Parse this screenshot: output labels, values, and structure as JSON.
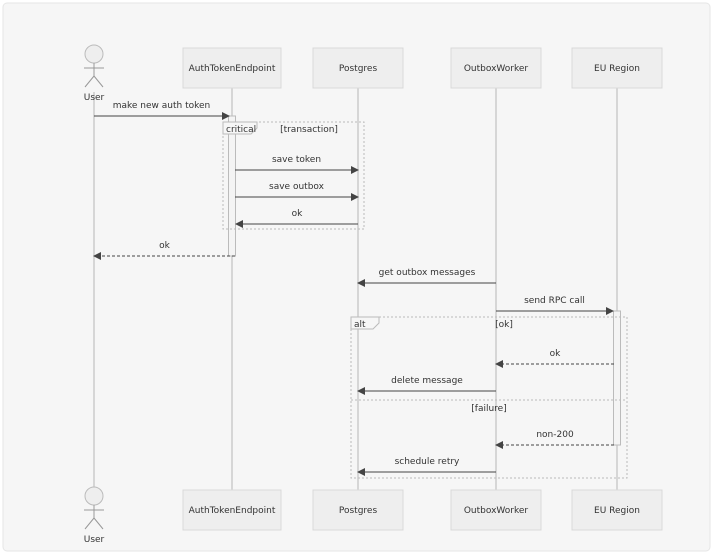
{
  "participants": [
    {
      "id": "user",
      "label": "User",
      "kind": "actor"
    },
    {
      "id": "auth",
      "label": "AuthTokenEndpoint",
      "kind": "box"
    },
    {
      "id": "pg",
      "label": "Postgres",
      "kind": "box"
    },
    {
      "id": "worker",
      "label": "OutboxWorker",
      "kind": "box"
    },
    {
      "id": "eu",
      "label": "EU Region",
      "kind": "box"
    }
  ],
  "messages": [
    {
      "from": "user",
      "to": "auth",
      "label": "make new auth token",
      "style": "solid"
    },
    {
      "from": "auth",
      "to": "pg",
      "label": "save token",
      "style": "solid"
    },
    {
      "from": "auth",
      "to": "pg",
      "label": "save outbox",
      "style": "solid"
    },
    {
      "from": "pg",
      "to": "auth",
      "label": "ok",
      "style": "solid"
    },
    {
      "from": "auth",
      "to": "user",
      "label": "ok",
      "style": "dashed"
    },
    {
      "from": "worker",
      "to": "pg",
      "label": "get outbox messages",
      "style": "solid"
    },
    {
      "from": "worker",
      "to": "eu",
      "label": "send RPC call",
      "style": "solid"
    },
    {
      "from": "eu",
      "to": "worker",
      "label": "ok",
      "style": "dashed"
    },
    {
      "from": "worker",
      "to": "pg",
      "label": "delete message",
      "style": "solid"
    },
    {
      "from": "eu",
      "to": "worker",
      "label": "non-200",
      "style": "dashed"
    },
    {
      "from": "worker",
      "to": "pg",
      "label": "schedule retry",
      "style": "solid"
    }
  ],
  "fragments": [
    {
      "keyword": "critical",
      "condition": "[transaction]"
    },
    {
      "keyword": "alt",
      "condition": "[ok]",
      "else_condition": "[failure]"
    }
  ],
  "colors": {
    "background": "#f6f6f6",
    "box_fill": "#eeeeee",
    "box_stroke": "#d9d9d9",
    "lifeline": "#cccccc",
    "arrow": "#444444",
    "text": "#333333",
    "fragment": "#bbbbbb"
  }
}
